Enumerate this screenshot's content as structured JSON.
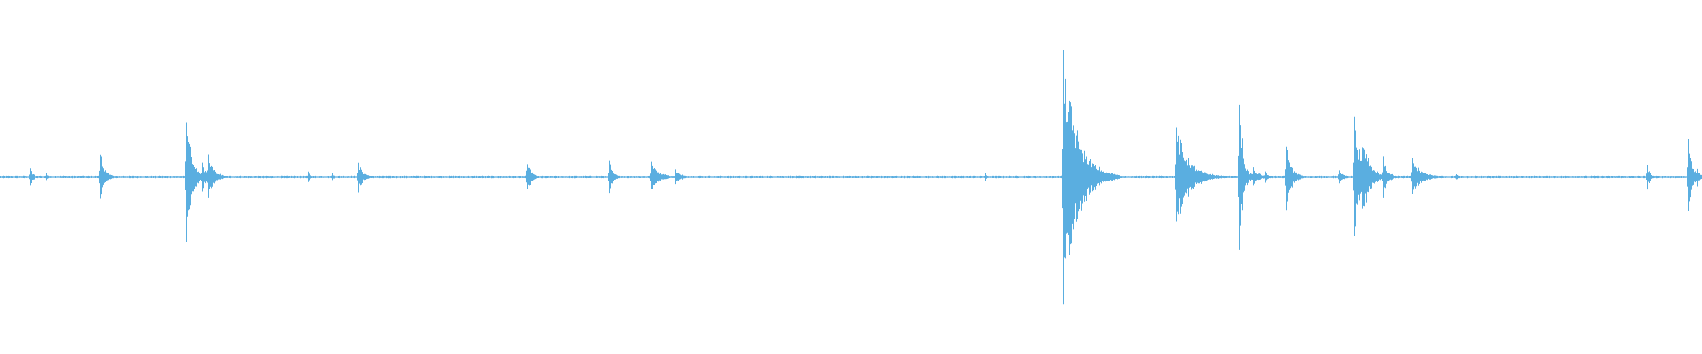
{
  "waveform": {
    "color": "#5aaee0",
    "background": "#ffffff",
    "duration_units": 1920,
    "baseline_level": 0.006,
    "events": [
      {
        "t": 34,
        "peak": 0.05,
        "decay": 3
      },
      {
        "t": 52,
        "peak": 0.02,
        "decay": 2
      },
      {
        "t": 113,
        "peak": 0.14,
        "decay": 5
      },
      {
        "t": 210,
        "peak": 0.34,
        "decay": 6
      },
      {
        "t": 228,
        "peak": 0.09,
        "decay": 4
      },
      {
        "t": 235,
        "peak": 0.14,
        "decay": 6
      },
      {
        "t": 348,
        "peak": 0.03,
        "decay": 2
      },
      {
        "t": 375,
        "peak": 0.02,
        "decay": 2
      },
      {
        "t": 404,
        "peak": 0.08,
        "decay": 5
      },
      {
        "t": 594,
        "peak": 0.14,
        "decay": 4
      },
      {
        "t": 687,
        "peak": 0.09,
        "decay": 4
      },
      {
        "t": 734,
        "peak": 0.08,
        "decay": 9
      },
      {
        "t": 762,
        "peak": 0.04,
        "decay": 6
      },
      {
        "t": 1111,
        "peak": 0.02,
        "decay": 2
      },
      {
        "t": 1199,
        "peak": 0.68,
        "decay": 16
      },
      {
        "t": 1213,
        "peak": 0.16,
        "decay": 8
      },
      {
        "t": 1327,
        "peak": 0.27,
        "decay": 14
      },
      {
        "t": 1398,
        "peak": 0.44,
        "decay": 4
      },
      {
        "t": 1413,
        "peak": 0.06,
        "decay": 6
      },
      {
        "t": 1427,
        "peak": 0.03,
        "decay": 3
      },
      {
        "t": 1451,
        "peak": 0.18,
        "decay": 6
      },
      {
        "t": 1510,
        "peak": 0.05,
        "decay": 4
      },
      {
        "t": 1527,
        "peak": 0.34,
        "decay": 8
      },
      {
        "t": 1536,
        "peak": 0.26,
        "decay": 8
      },
      {
        "t": 1560,
        "peak": 0.11,
        "decay": 5
      },
      {
        "t": 1593,
        "peak": 0.1,
        "decay": 10
      },
      {
        "t": 1642,
        "peak": 0.03,
        "decay": 2
      },
      {
        "t": 1858,
        "peak": 0.07,
        "decay": 3
      },
      {
        "t": 1904,
        "peak": 0.2,
        "decay": 5
      },
      {
        "t": 1914,
        "peak": 0.05,
        "decay": 4
      }
    ]
  }
}
